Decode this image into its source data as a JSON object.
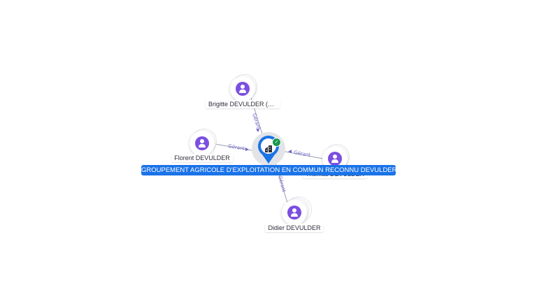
{
  "company": {
    "name": "GROUPEMENT AGRICOLE D'EXPLOITATION EN COMMUN RECONNU DEVULDER",
    "icon": "building-icon",
    "status_icon": "check-icon",
    "status_color": "#1b9a4d",
    "accent_color": "#1a73e8"
  },
  "persons": [
    {
      "id": "brigitte",
      "name": "Brigitte DEVULDER (G...",
      "icon": "user-icon",
      "relation": "Gérant"
    },
    {
      "id": "florent",
      "name": "Florent DEVULDER",
      "icon": "user-icon",
      "relation": "Gérant"
    },
    {
      "id": "thomas",
      "name": "Thomas DEVULDER",
      "icon": "user-icon",
      "relation": "Gérant"
    },
    {
      "id": "didier",
      "name": "Didier DEVULDER",
      "icon": "user-icon",
      "relation": "Gérant"
    }
  ],
  "colors": {
    "person_avatar": "#7b4fe0",
    "edge_label": "#6a5fc1"
  },
  "status": {
    "check_glyph": "✓"
  }
}
